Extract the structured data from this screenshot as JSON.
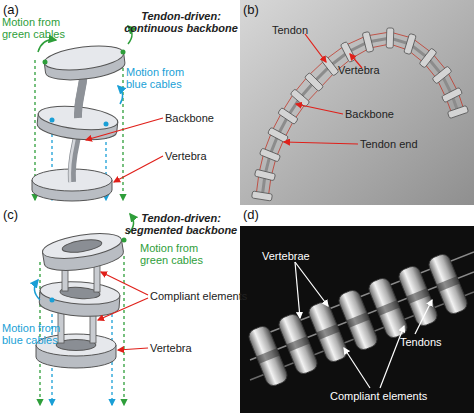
{
  "diagram": {
    "labels": [
      "(a)",
      "Tendon-driven: continuous backbone",
      "Motion from green cables",
      "Motion from blue cables",
      "Backbone",
      "Vertebra",
      "(b)",
      "Tendon",
      "Vertebra",
      "Backbone",
      "Tendon end",
      "(c)",
      "Tendon-driven: segmented backbone",
      "Motion from green cables",
      "Motion from blue cables",
      "Compliant elements",
      "Vertebra",
      "(d)",
      "Vertebrae",
      "Tendons",
      "Compliant elements"
    ]
  }
}
